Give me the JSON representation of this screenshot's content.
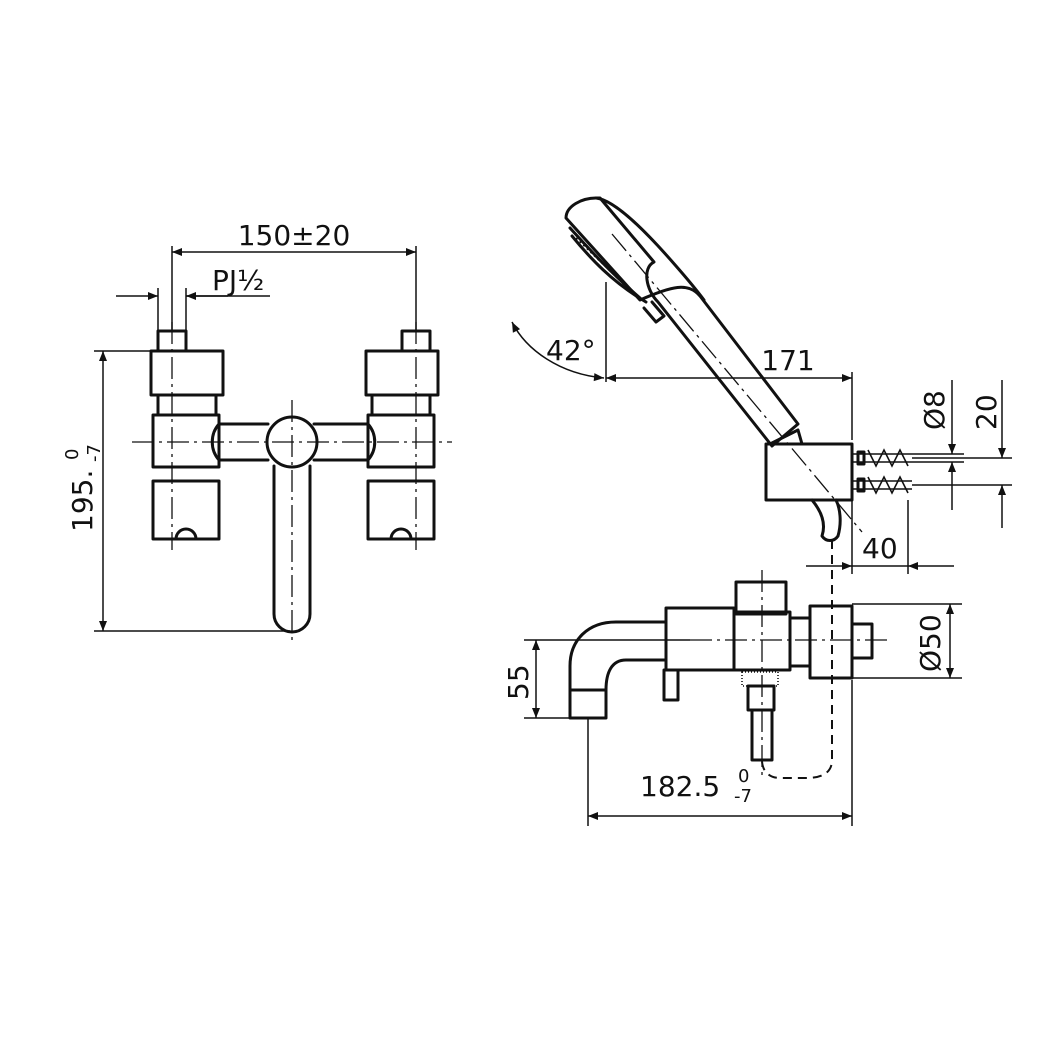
{
  "dimensions": {
    "spacing": "150±20",
    "thread": "PJ½",
    "height_main": "195.",
    "height_tol_upper": "0",
    "height_tol_lower": "-7",
    "angle": "42°",
    "length_171": "171",
    "diameter_8": "Ø8",
    "offset_20": "20",
    "offset_40": "40",
    "diameter_50": "Ø50",
    "height_55": "55",
    "length_main": "182.5",
    "length_tol_upper": "0",
    "length_tol_lower": "-7"
  }
}
